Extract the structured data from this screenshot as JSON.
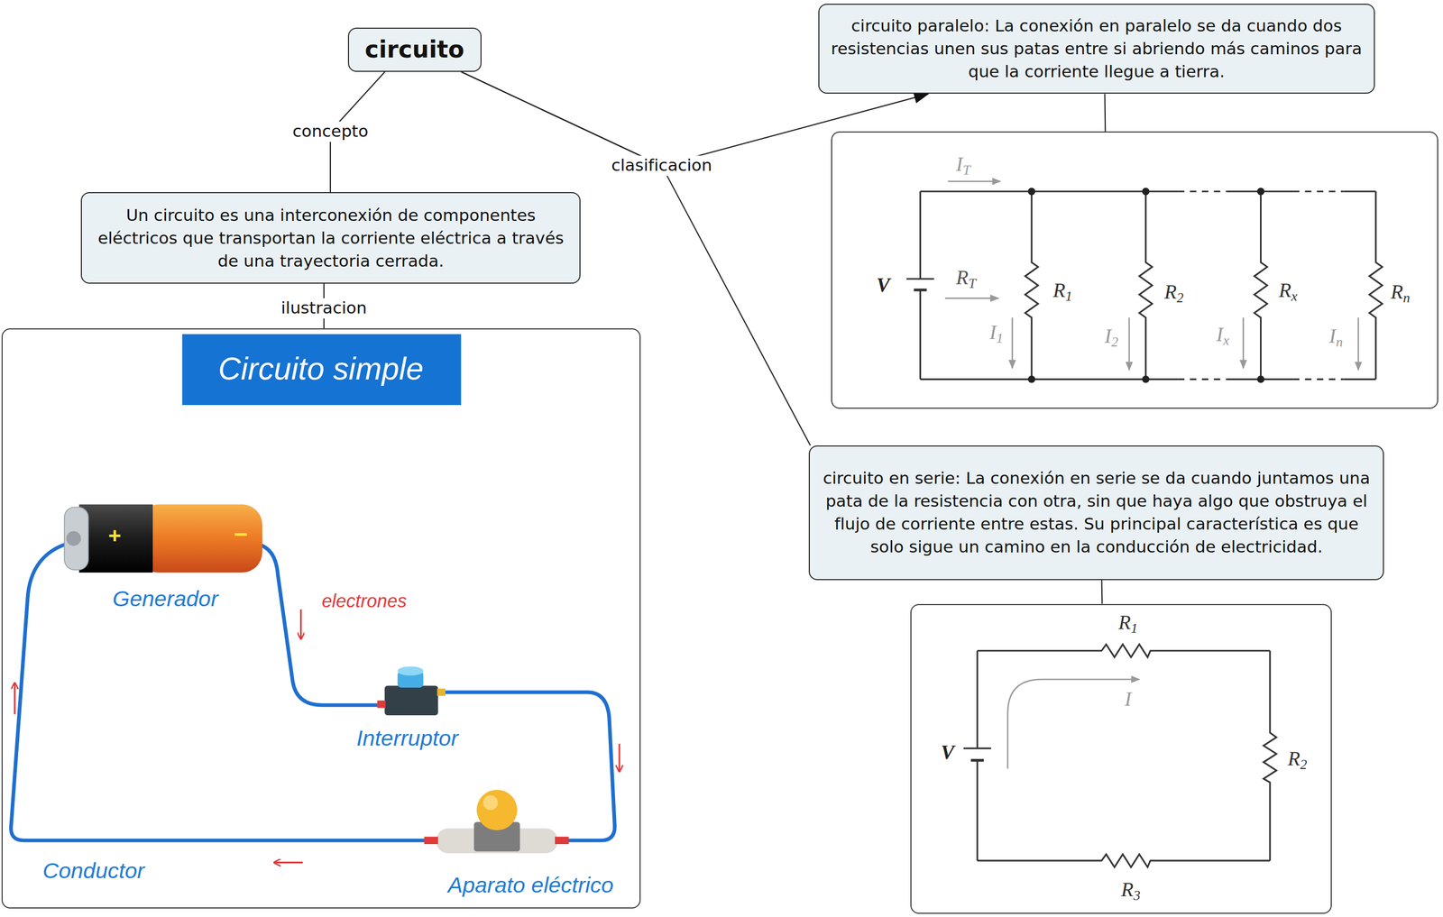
{
  "diagram": {
    "nodes": [
      {
        "text": [
          "circuito"
        ]
      },
      {
        "text": [
          "Un circuito es una interconexión de componentes eléctricos que transportan la corriente eléctrica a través de una trayectoria cerrada."
        ]
      },
      {
        "text": [
          "Circuito simple",
          "+",
          "−",
          "Generador",
          "electrones",
          "Interruptor",
          "Aparato eléctrico",
          "Conductor"
        ]
      },
      {
        "text": [
          "circuito paralelo: La conexión en paralelo se da cuando dos resistencias unen sus patas entre si abriendo más caminos para que la corriente llegue a tierra."
        ]
      },
      {
        "text": [
          "IT",
          "V",
          "RT",
          "R1",
          "R2",
          "Rx",
          "Rn",
          "I1",
          "I2",
          "Ix",
          "In"
        ]
      },
      {
        "text": [
          "circuito en serie: La conexión en serie se da cuando juntamos una pata de la resistencia con otra, sin que haya algo que obstruya el flujo de corriente entre estas. Su principal característica es que solo sigue un camino en la conducción de electricidad."
        ]
      },
      {
        "text": [
          "R1",
          "I",
          "V",
          "R2",
          "R3"
        ]
      }
    ],
    "edges": [
      {
        "from": 0,
        "to": 1,
        "label": "concepto",
        "arrow": "none"
      },
      {
        "from": 1,
        "to": 2,
        "label": "ilustracion",
        "arrow": "none"
      },
      {
        "from": 0,
        "to": 3,
        "label": "clasificacion",
        "arrow": "to"
      },
      {
        "from": 0,
        "to": 5,
        "arrow": "none"
      },
      {
        "from": 3,
        "to": 4,
        "arrow": "none"
      },
      {
        "from": 5,
        "to": 6,
        "arrow": "none"
      }
    ]
  }
}
